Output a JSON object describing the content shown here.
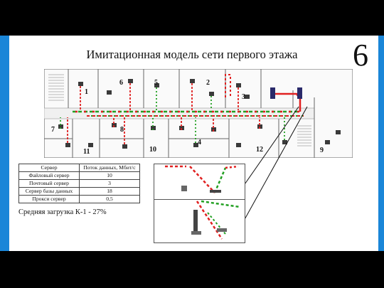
{
  "slide": {
    "title": "Имитационная модель сети первого этажа",
    "number": "6"
  },
  "rooms": [
    "1",
    "2",
    "3",
    "4",
    "5",
    "6",
    "7",
    "8",
    "9",
    "10",
    "11",
    "12"
  ],
  "traffic_table": {
    "headers": [
      "Сервер",
      "Поток данных, Мбит/с"
    ],
    "rows": [
      [
        "Файловый сервер",
        "10"
      ],
      [
        "Почтовый сервер",
        "3"
      ],
      [
        "Сервер базы данных",
        "18"
      ],
      [
        "Прокси сервер",
        "0,5"
      ]
    ]
  },
  "load_text": "Средняя загрузка К-1 - 27%",
  "colors": {
    "accent": "#1a86d8",
    "link_ok": "#22a022",
    "link_busy": "#e02020",
    "server": "#2a2a6a"
  }
}
